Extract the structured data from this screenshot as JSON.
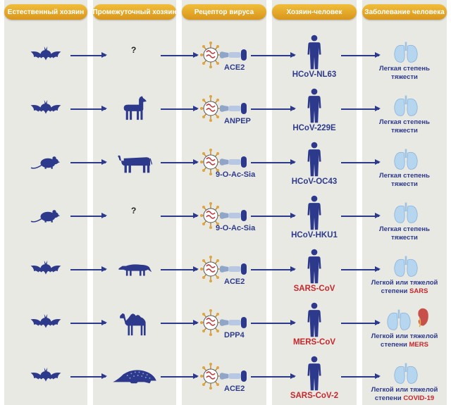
{
  "headers": {
    "natural_host": "Естественный хозяин",
    "intermediate_host": "Промежуточный хозяин",
    "virus_receptor": "Рецептор вируса",
    "human_host": "Хозяин-человек",
    "human_disease": "Заболевание человека"
  },
  "colors": {
    "virus_blue": "#2d3a8c",
    "virus_red": "#c8262a",
    "header_gold": "#e3a82a"
  },
  "rows": [
    {
      "natural": "bat-icon",
      "intermediate": "question",
      "intermediate_label": "?",
      "receptor": "ACE2",
      "virus": "HCoV-NL63",
      "virus_color": "#2d3a8c",
      "disease_line1": "Легкая степень",
      "disease_line2": "тяжести",
      "disease_highlight": ""
    },
    {
      "natural": "bat-icon",
      "intermediate": "alpaca-icon",
      "intermediate_label": "",
      "receptor": "ANPEP",
      "virus": "HCoV-229E",
      "virus_color": "#2d3a8c",
      "disease_line1": "Легкая степень",
      "disease_line2": "тяжести",
      "disease_highlight": ""
    },
    {
      "natural": "rat-icon",
      "intermediate": "cow-icon",
      "intermediate_label": "",
      "receptor": "9-O-Ac-Sia",
      "virus": "HCoV-OC43",
      "virus_color": "#2d3a8c",
      "disease_line1": "Легкая степень",
      "disease_line2": "тяжести",
      "disease_highlight": ""
    },
    {
      "natural": "rat-icon",
      "intermediate": "question",
      "intermediate_label": "?",
      "receptor": "9-O-Ac-Sia",
      "virus": "HCoV-HKU1",
      "virus_color": "#2d3a8c",
      "disease_line1": "Легкая степень",
      "disease_line2": "тяжести",
      "disease_highlight": ""
    },
    {
      "natural": "bat-icon",
      "intermediate": "civet-icon",
      "intermediate_label": "",
      "receptor": "ACE2",
      "virus": "SARS-CoV",
      "virus_color": "#c8262a",
      "disease_line1": "Легкой или тяжелой",
      "disease_line2": "степени ",
      "disease_highlight": "SARS"
    },
    {
      "natural": "bat-icon",
      "intermediate": "camel-icon",
      "intermediate_label": "",
      "receptor": "DPP4",
      "virus": "MERS-CoV",
      "virus_color": "#c8262a",
      "disease_line1": "Легкой или тяжелой",
      "disease_line2": "степени ",
      "disease_highlight": "MERS"
    },
    {
      "natural": "bat-icon",
      "intermediate": "pangolin-icon",
      "intermediate_label": "",
      "receptor": "ACE2",
      "virus": "SARS-CoV-2",
      "virus_color": "#c8262a",
      "disease_line1": "Легкой или тяжелой",
      "disease_line2": "степени ",
      "disease_highlight": "COVID-19"
    }
  ]
}
